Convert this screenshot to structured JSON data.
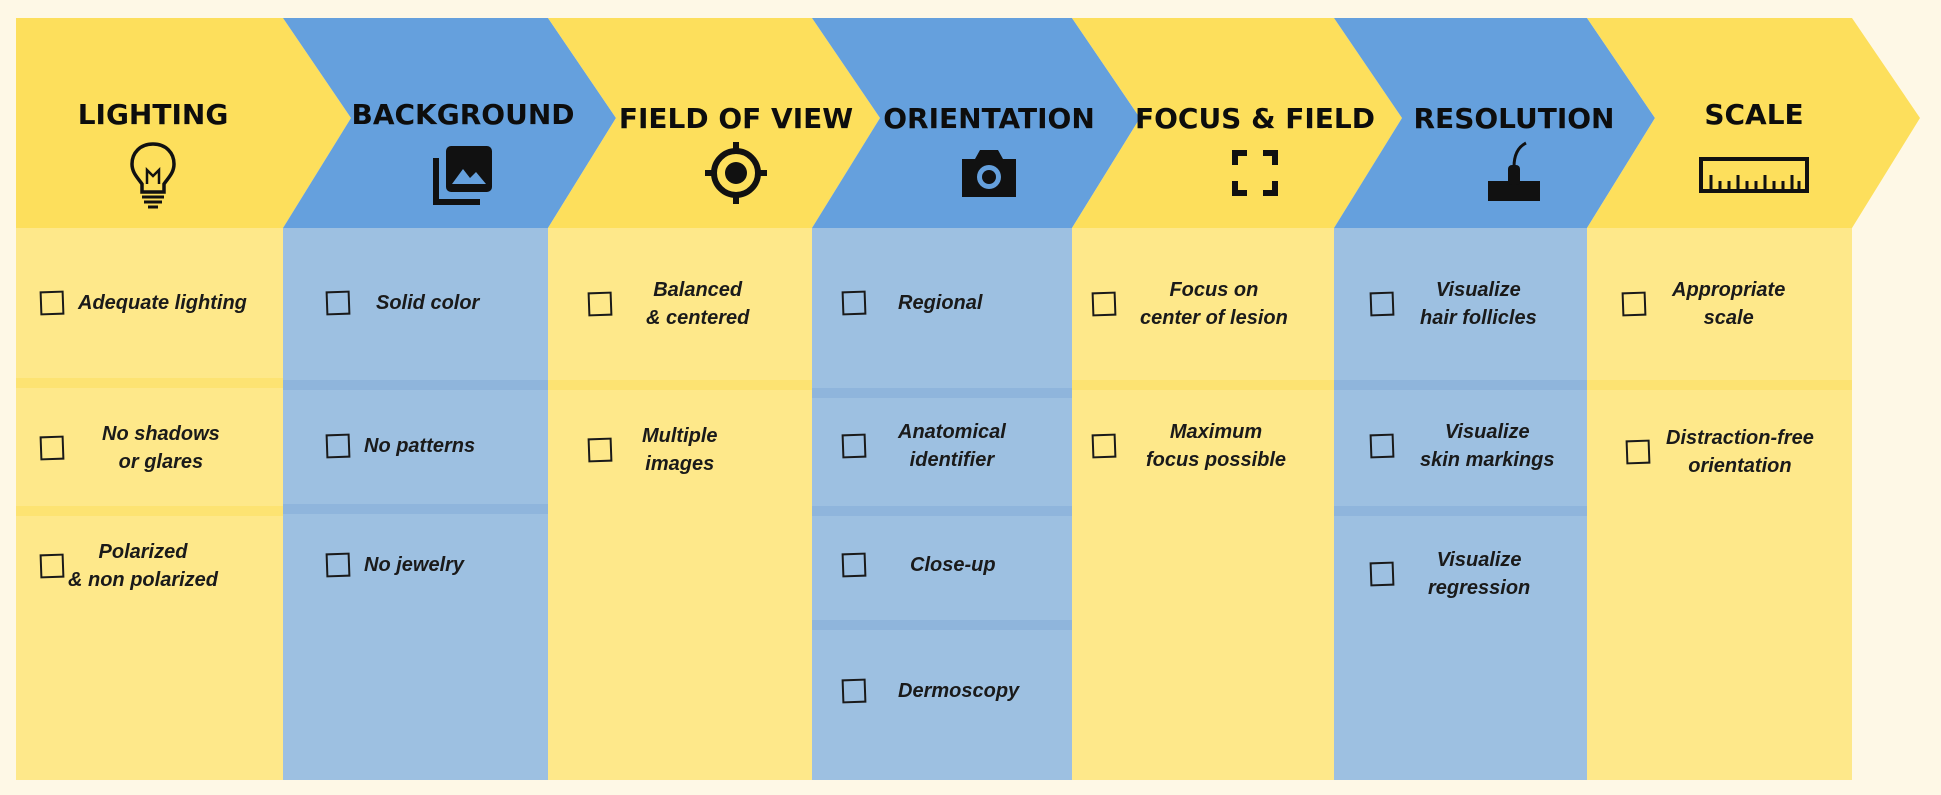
{
  "colors": {
    "yellow_header": "#fddf5c",
    "blue_header": "#65a0dd",
    "yellow_body": "#fee88a",
    "blue_body": "#9dc0e1",
    "background": "#fef8e6"
  },
  "columns": [
    {
      "title": "LIGHTING",
      "icon": "lightbulb-icon",
      "items": [
        "Adequate lighting",
        "No shadows\nor glares",
        "Polarized\n& non polarized"
      ]
    },
    {
      "title": "BACKGROUND",
      "icon": "image-gallery-icon",
      "items": [
        "Solid color",
        "No patterns",
        "No jewelry"
      ]
    },
    {
      "title": "FIELD OF VIEW",
      "icon": "crosshair-icon",
      "items": [
        "Balanced\n& centered",
        "Multiple\nimages"
      ]
    },
    {
      "title": "ORIENTATION",
      "icon": "camera-icon",
      "items": [
        "Regional",
        "Anatomical\nidentifier",
        "Close-up",
        "Dermoscopy"
      ]
    },
    {
      "title": "FOCUS & FIELD",
      "icon": "focus-frame-icon",
      "items": [
        "Focus on\ncenter of lesion",
        "Maximum\nfocus possible"
      ]
    },
    {
      "title": "RESOLUTION",
      "icon": "hair-follicle-icon",
      "items": [
        "Visualize\nhair follicles",
        "Visualize\nskin markings",
        "Visualize\nregression"
      ]
    },
    {
      "title": "SCALE",
      "icon": "ruler-icon",
      "items": [
        "Appropriate\nscale",
        "Distraction-free\norientation"
      ]
    }
  ]
}
